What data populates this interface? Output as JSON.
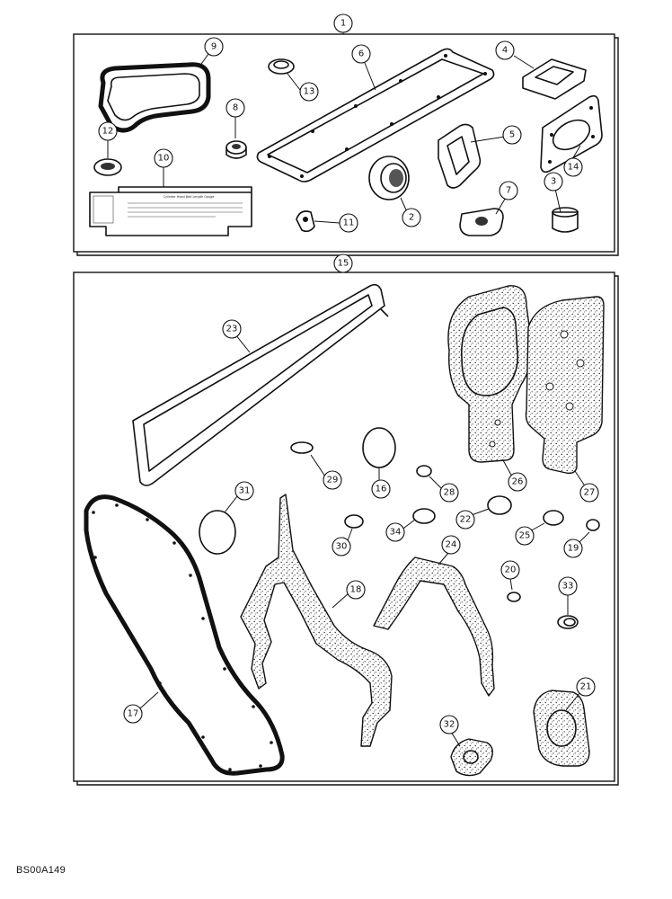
{
  "diagram": {
    "kit_labels": [
      "1",
      "15"
    ],
    "callouts": [
      "2",
      "3",
      "4",
      "5",
      "6",
      "7",
      "8",
      "9",
      "10",
      "11",
      "12",
      "13",
      "14",
      "16",
      "17",
      "18",
      "19",
      "20",
      "21",
      "22",
      "23",
      "24",
      "25",
      "26",
      "27",
      "28",
      "29",
      "30",
      "31",
      "32",
      "33",
      "34"
    ],
    "gauge_card_title": "Cylinder Head Bolt Length Gauge",
    "drawing_code": "BS00A149"
  }
}
